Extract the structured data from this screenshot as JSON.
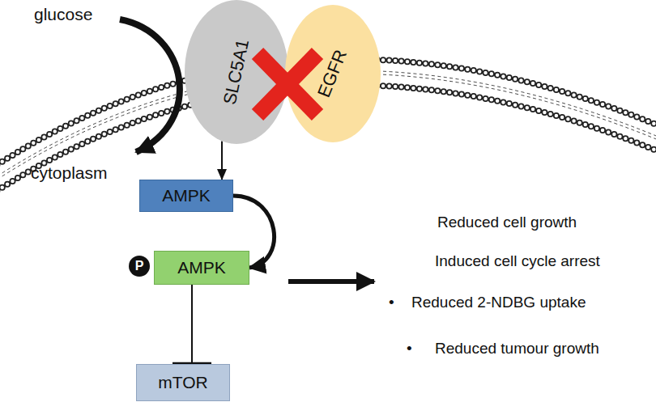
{
  "diagram": {
    "nodes": [
      {
        "text": [
          "SLC5A1"
        ]
      },
      {
        "text": [
          "EGFR"
        ]
      },
      {
        "text": [
          "AMPK"
        ]
      },
      {
        "text": [
          "P"
        ]
      },
      {
        "text": [
          "AMPK"
        ]
      },
      {
        "text": [
          "mTOR"
        ]
      }
    ],
    "edges": [
      {
        "from": 0,
        "to": 2,
        "arrow": "to"
      },
      {
        "from": 2,
        "to": 4,
        "arrow": "to"
      },
      {
        "from": 4,
        "to": 5,
        "arrow": "to"
      }
    ],
    "labels": [
      "glucose",
      "cytoplasm",
      "Reduced cell growth",
      "Induced cell cycle arrest",
      "•",
      "Reduced 2-NDBG uptake",
      "•",
      "Reduced tumour growth"
    ]
  }
}
